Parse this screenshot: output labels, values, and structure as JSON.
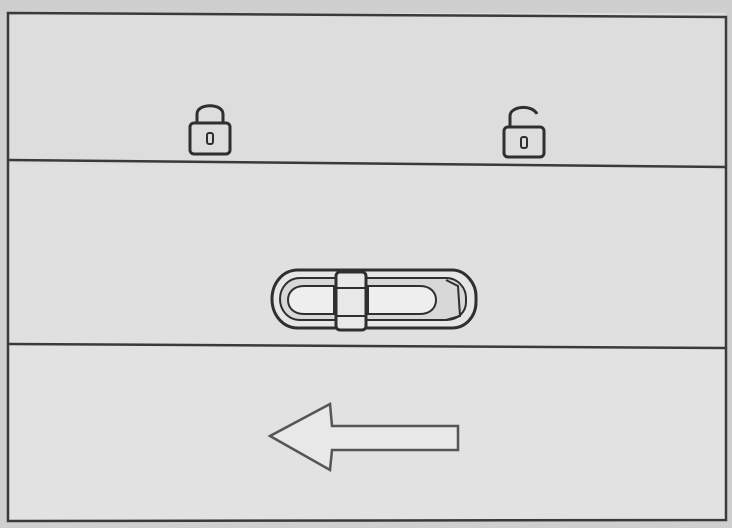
{
  "colors": {
    "background": "#cfcfcf",
    "panel": "#dcdcdc",
    "panel_alt": "#e1e1e1",
    "line": "#3a3a3a"
  },
  "icons": {
    "locked": "lock-closed-icon",
    "unlocked": "lock-open-icon",
    "slider": "slider-switch-icon",
    "arrow": "arrow-left-icon"
  },
  "panels": [
    {
      "name": "lock-state-panel"
    },
    {
      "name": "slider-panel"
    },
    {
      "name": "direction-panel"
    }
  ]
}
